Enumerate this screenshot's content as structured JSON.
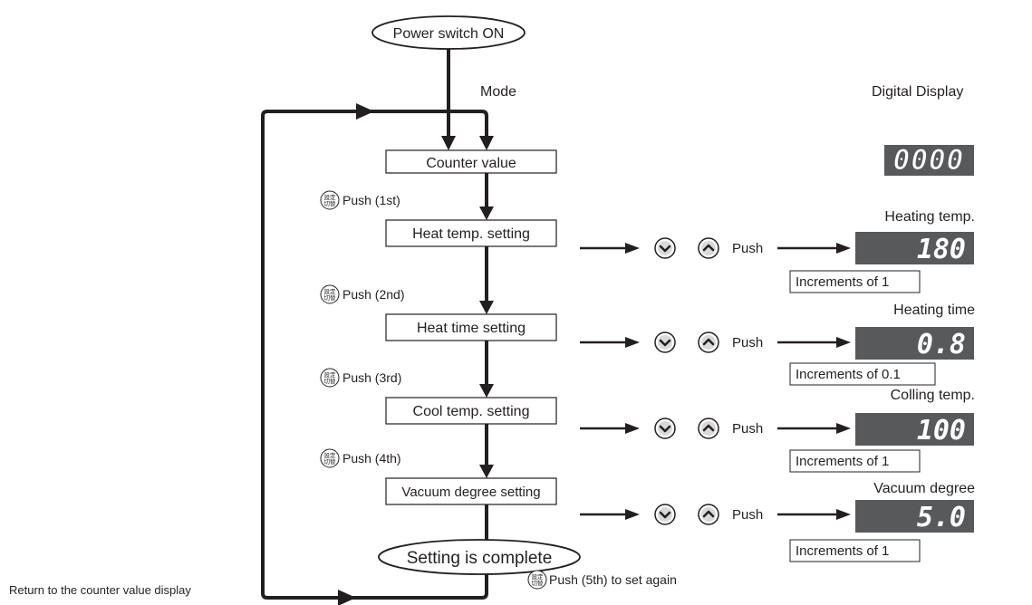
{
  "flow": {
    "start": "Power switch ON",
    "mode_header": "Mode",
    "display_header": "Digital Display",
    "counter": "Counter value",
    "steps": [
      {
        "push": "Push (1st)",
        "label": "Heat temp. setting"
      },
      {
        "push": "Push (2nd)",
        "label": "Heat time setting"
      },
      {
        "push": "Push (3rd)",
        "label": "Cool temp. setting"
      },
      {
        "push": "Push (4th)",
        "label": "Vacuum degree setting"
      }
    ],
    "complete": "Setting is complete",
    "push_again": "Push (5th) to set again",
    "return_note": "Return to the counter value display"
  },
  "button": {
    "line1": "設定",
    "line2": "切替",
    "icon": "set-switch-button-icon"
  },
  "adjust": {
    "push_label": "Push",
    "down_icon": "chevron-down-circle-icon",
    "up_icon": "chevron-up-circle-icon"
  },
  "displays": {
    "counter_value": "0000",
    "items": [
      {
        "title": "Heating temp.",
        "value": "180",
        "increment": "Increments of 1"
      },
      {
        "title": "Heating time",
        "value": "0.8",
        "increment": "Increments of 0.1"
      },
      {
        "title": "Colling temp.",
        "value": "100",
        "increment": "Increments of 1"
      },
      {
        "title": "Vacuum degree",
        "value": "5.0",
        "increment": "Increments of 1"
      }
    ]
  },
  "colors": {
    "line": "#231f20",
    "display_bg": "#58595b",
    "segment": "#ffffff"
  }
}
